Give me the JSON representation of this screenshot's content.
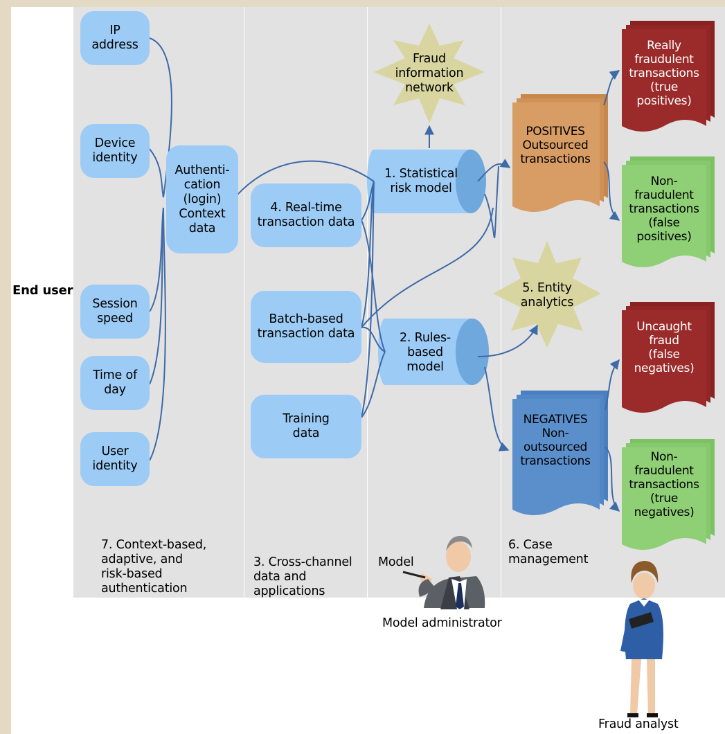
{
  "end_user": "End user",
  "lanes": {
    "auth": "7. Context-based,\nadaptive, and\nrisk-based\nauthentication",
    "cross": "3. Cross-channel\ndata and\napplications",
    "model": "Model",
    "case": "6. Case\nmanagement"
  },
  "inputs": [
    "IP\naddress",
    "Device\nidentity",
    "Session\nspeed",
    "Time of\nday",
    "User\nidentity"
  ],
  "auth_box": "Authenti-\ncation\n(login)\nContext\ndata",
  "data_boxes": [
    "4. Real-time\ntransaction data",
    "Batch-based\ntransaction data",
    "Training\ndata"
  ],
  "models": [
    "1. Statistical\nrisk model",
    "2. Rules-\nbased\nmodel"
  ],
  "stars": [
    "Fraud\ninformation\nnetwork",
    "5. Entity\nanalytics"
  ],
  "positives": "POSITIVES\nOutsourced\ntransactions",
  "negatives": "NEGATIVES\nNon-\noutsourced\ntransactions",
  "outcomes": {
    "true_pos": "Really\nfraudulent\ntransactions\n(true\npositives)",
    "false_pos": "Non-\nfraudulent\ntransactions\n(false\npositives)",
    "false_neg": "Uncaught\nfraud\n(false\nnegatives)",
    "true_neg": "Non-\nfraudulent\ntransactions\n(true\nnegatives)"
  },
  "people": [
    "Model administrator",
    "Fraud analyst"
  ],
  "colors": {
    "lane": "#e2e2e2",
    "box": "#9ccbf5",
    "cylinder": "#8cc0ee",
    "arrow": "#3d6aa8",
    "star": "#d8d5a0",
    "positives": "#d49a5f",
    "negatives": "#5b8fcc",
    "true_pos": "#9b2b2b",
    "false_pos": "#8fcf76",
    "frame": "#e4dac4"
  }
}
